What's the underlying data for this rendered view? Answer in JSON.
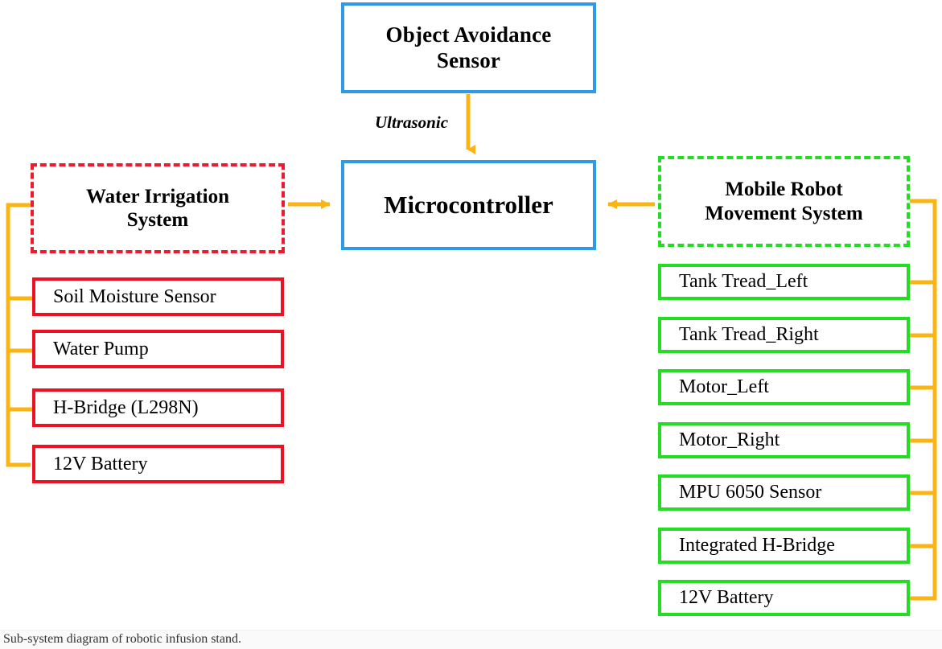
{
  "diagram": {
    "caption": "Sub-system diagram of robotic infusion stand.",
    "colors": {
      "blue_border": "#2e9be8",
      "red_border": "#ee1122",
      "red_dashed_border": "#ee1a2d",
      "green_border": "#22dd22",
      "connector_orange": "#fab515",
      "text": "#000000",
      "caption_text": "#333333",
      "footer_background": "#fafafa",
      "page_background": "#ffffff"
    },
    "top": {
      "sensor_label": "Object Avoidance\nSensor",
      "sensor_label_line1": "Object Avoidance",
      "sensor_label_line2": "Sensor",
      "edge_label": "Ultrasonic"
    },
    "center": {
      "controller_label": "Microcontroller"
    },
    "left_group": {
      "title_line1": "Water Irrigation",
      "title_line2": "System",
      "title": "Water Irrigation System",
      "items": [
        {
          "label": "Soil Moisture Sensor"
        },
        {
          "label": "Water Pump"
        },
        {
          "label": "H-Bridge (L298N)"
        },
        {
          "label": "12V Battery"
        }
      ]
    },
    "right_group": {
      "title_line1": "Mobile Robot",
      "title_line2": "Movement System",
      "title": "Mobile Robot Movement System",
      "items": [
        {
          "label": "Tank Tread_Left"
        },
        {
          "label": "Tank Tread_Right"
        },
        {
          "label": "Motor_Left"
        },
        {
          "label": "Motor_Right"
        },
        {
          "label": "MPU 6050 Sensor"
        },
        {
          "label": "Integrated H-Bridge"
        },
        {
          "label": "12V Battery"
        }
      ]
    },
    "edges": [
      {
        "from": "Object Avoidance Sensor",
        "to": "Microcontroller",
        "label": "Ultrasonic",
        "direction": "down"
      },
      {
        "from": "Water Irrigation System",
        "to": "Microcontroller",
        "label": "",
        "direction": "right"
      },
      {
        "from": "Mobile Robot Movement System",
        "to": "Microcontroller",
        "label": "",
        "direction": "left"
      }
    ]
  }
}
